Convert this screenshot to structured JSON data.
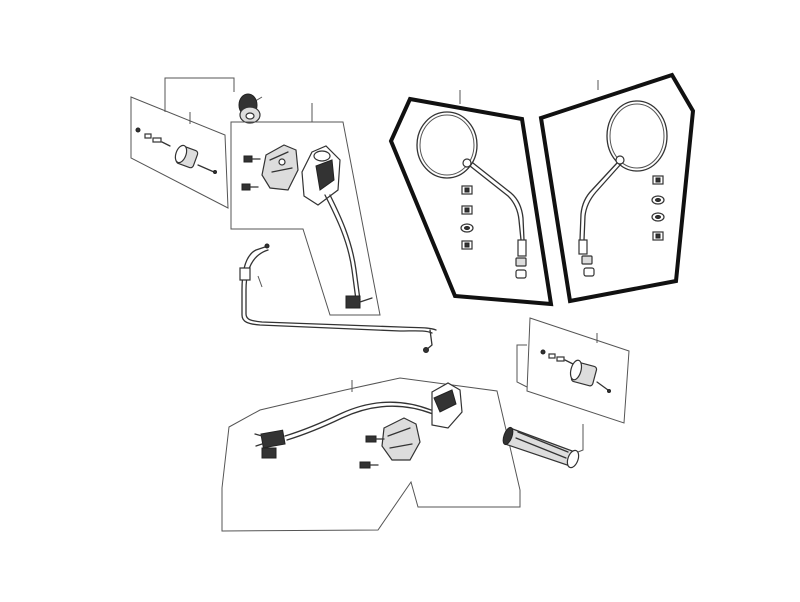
{
  "diagram": {
    "kind": "exploded parts diagram",
    "colors": {
      "background": "#ffffff",
      "line": "#333333",
      "outline": "#555555",
      "highlight_border": "#111111"
    },
    "groups": [
      {
        "id": "bar-end-weight-upper"
      },
      {
        "id": "grip-rubber-upper"
      },
      {
        "id": "throttle-housing-assembly"
      },
      {
        "id": "throttle-cable"
      },
      {
        "id": "mirror-left-highlighted"
      },
      {
        "id": "mirror-right-highlighted"
      },
      {
        "id": "bar-end-weight-lower"
      },
      {
        "id": "brake-lever-assembly"
      },
      {
        "id": "handle-grip-lower"
      }
    ]
  }
}
